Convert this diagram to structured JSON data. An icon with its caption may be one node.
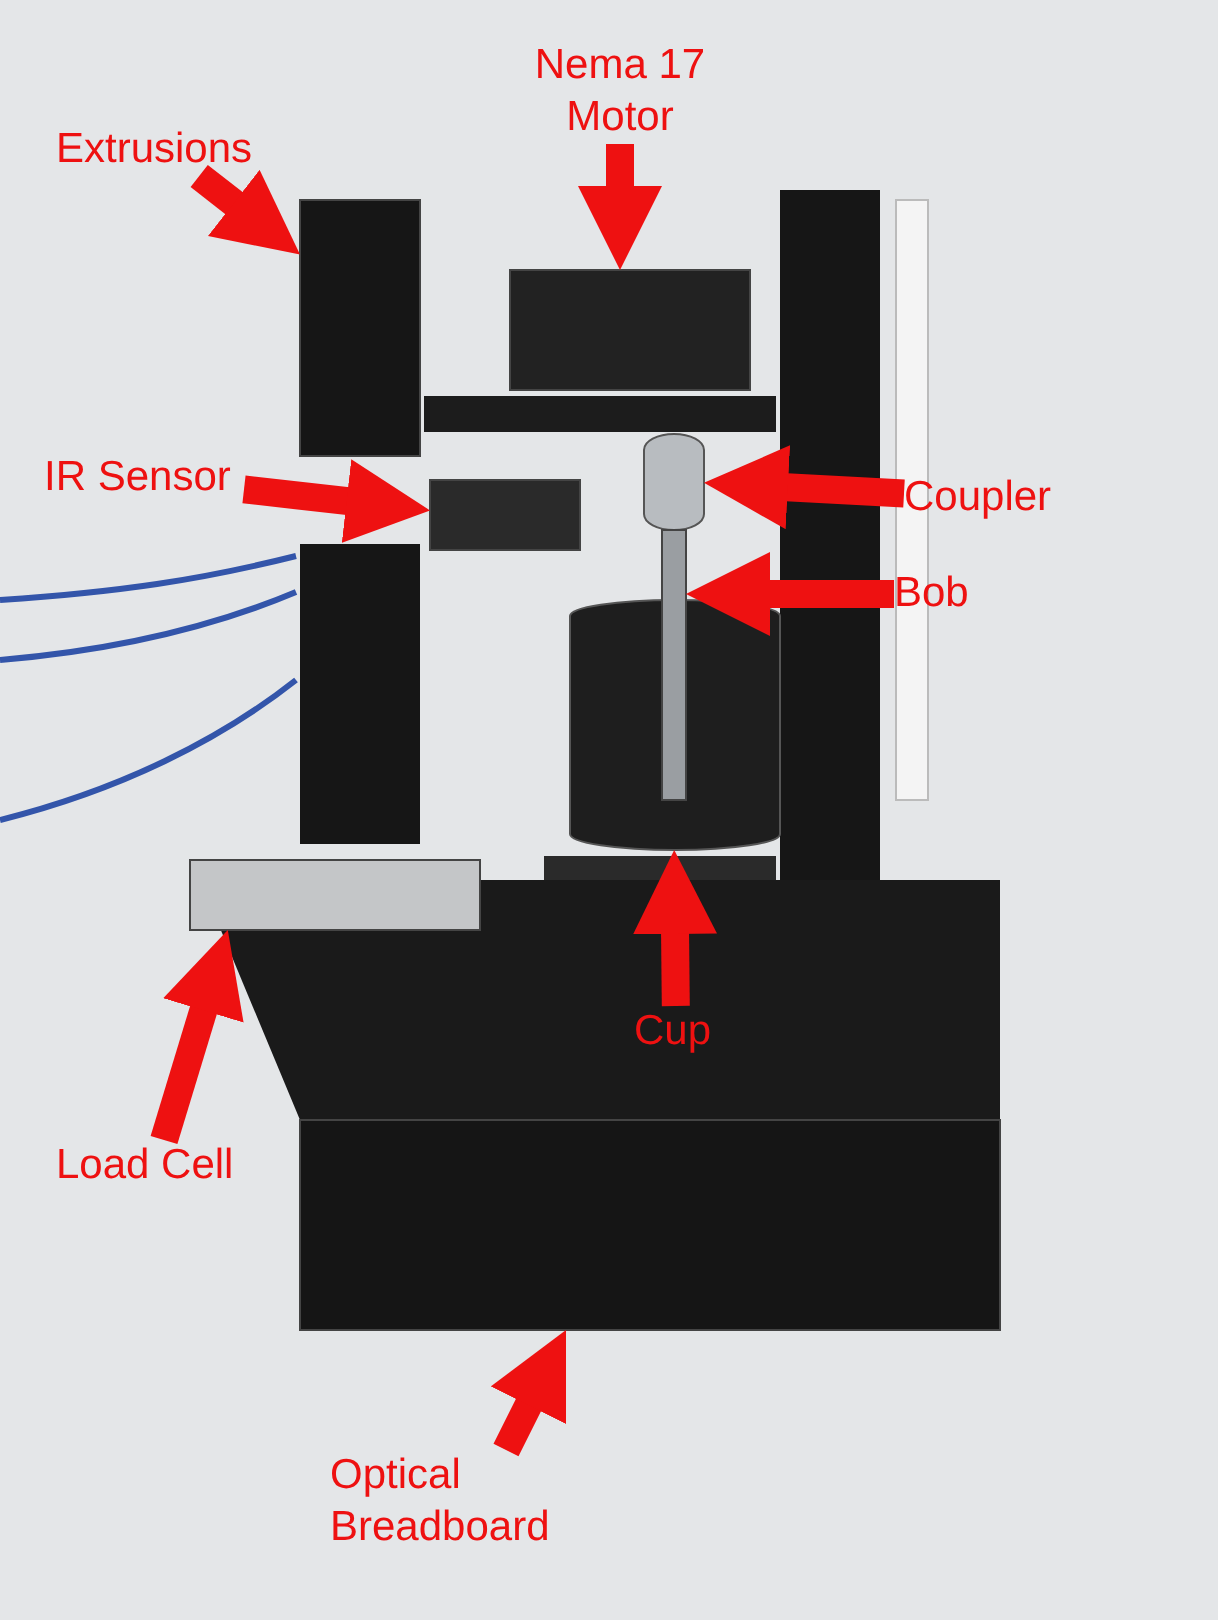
{
  "diagram": {
    "nodes": [
      {
        "text": [
          "Extrusions"
        ]
      },
      {
        "text": [
          "Nema 17 Motor"
        ]
      },
      {
        "text": [
          "IR Sensor"
        ]
      },
      {
        "text": [
          "Coupler"
        ]
      },
      {
        "text": [
          "Bob"
        ]
      },
      {
        "text": [
          "Cup"
        ]
      },
      {
        "text": [
          "Load Cell"
        ]
      },
      {
        "text": [
          "Optical Breadboard"
        ]
      },
      {
        "text": [],
        "shape": "bar"
      },
      {
        "text": [],
        "shape": "box"
      },
      {
        "text": [],
        "shape": "box"
      },
      {
        "text": [],
        "shape": "cylinder"
      },
      {
        "text": [],
        "shape": "bar"
      },
      {
        "text": [],
        "shape": "cylinder"
      },
      {
        "text": [],
        "shape": "bar"
      },
      {
        "text": [],
        "shape": "box"
      }
    ],
    "edges": [
      {
        "from": 0,
        "to": 8,
        "arrow": "to"
      },
      {
        "from": 1,
        "to": 9,
        "arrow": "to"
      },
      {
        "from": 2,
        "to": 10,
        "arrow": "to"
      },
      {
        "from": 3,
        "to": 11,
        "arrow": "to"
      },
      {
        "from": 4,
        "to": 12,
        "arrow": "to"
      },
      {
        "from": 5,
        "to": 13,
        "arrow": "to"
      },
      {
        "from": 6,
        "to": 14,
        "arrow": "to"
      },
      {
        "from": 7,
        "to": 15,
        "arrow": "to"
      }
    ]
  }
}
